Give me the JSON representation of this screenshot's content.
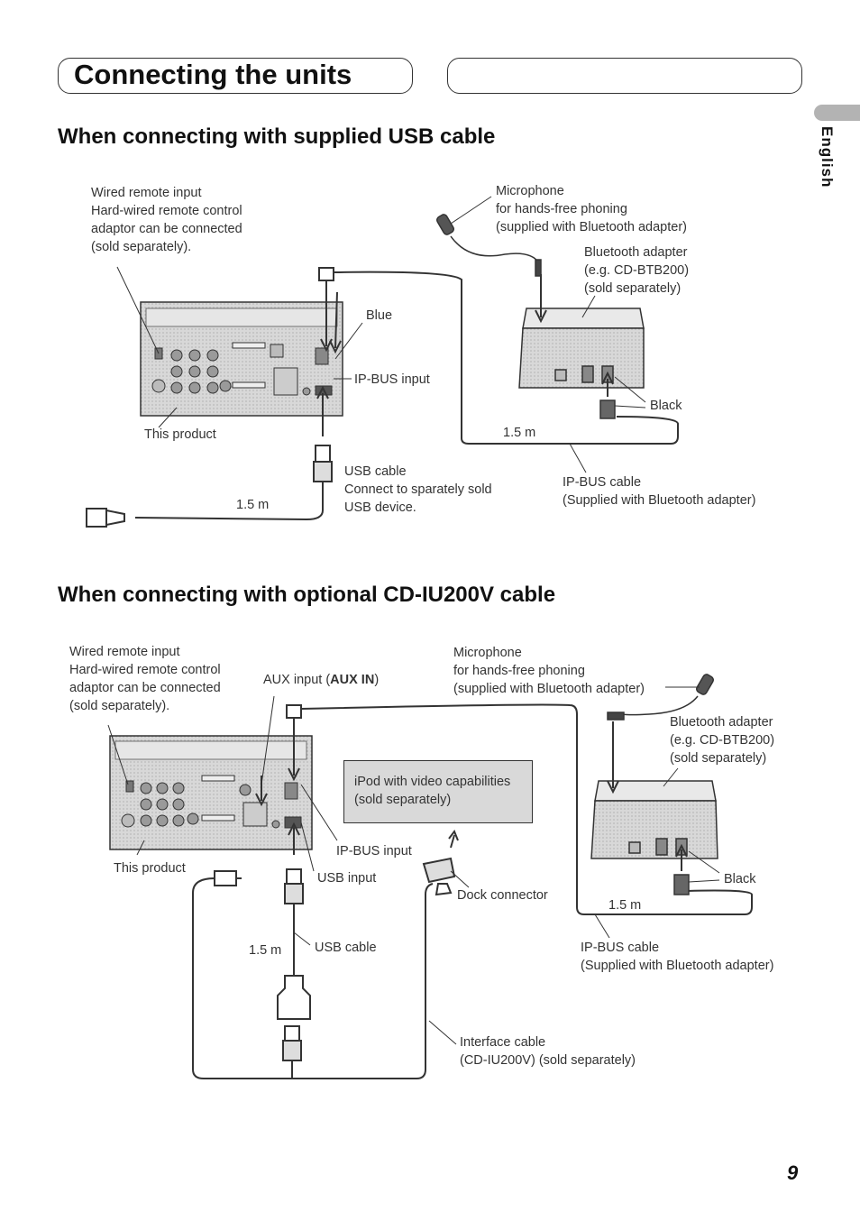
{
  "header": {
    "title": "Connecting the units",
    "language_tab": "English"
  },
  "section1": {
    "heading": "When connecting with supplied USB cable",
    "labels": {
      "wired_remote": [
        "Wired remote input",
        "Hard-wired remote control",
        "adaptor can be connected",
        "(sold separately)."
      ],
      "microphone": [
        "Microphone",
        "for hands-free phoning",
        "(supplied with Bluetooth adapter)"
      ],
      "bt_adapter": [
        "Bluetooth adapter",
        "(e.g. CD-BTB200)",
        "(sold separately)"
      ],
      "blue": "Blue",
      "ipbus_input": "IP-BUS input",
      "black": "Black",
      "this_product": "This product",
      "len_ipbus": "1.5 m",
      "usb_cable": [
        "USB cable",
        "Connect to sparately sold",
        "USB device."
      ],
      "len_usb": "1.5 m",
      "ipbus_cable": [
        "IP-BUS cable",
        "(Supplied with Bluetooth adapter)"
      ]
    }
  },
  "section2": {
    "heading": "When connecting with optional CD-IU200V cable",
    "labels": {
      "wired_remote": [
        "Wired remote input",
        "Hard-wired remote control",
        "adaptor can be connected",
        "(sold separately)."
      ],
      "aux_prefix": "AUX input (",
      "aux_bold": "AUX IN",
      "aux_suffix": ")",
      "microphone": [
        "Microphone",
        "for hands-free phoning",
        "(supplied with Bluetooth adapter)"
      ],
      "bt_adapter": [
        "Bluetooth adapter",
        "(e.g. CD-BTB200)",
        "(sold separately)"
      ],
      "ipod": [
        "iPod with video capabilities",
        "(sold separately)"
      ],
      "ipbus_input": "IP-BUS input",
      "this_product": "This product",
      "usb_input": "USB input",
      "dock_connector": "Dock connector",
      "black": "Black",
      "len_ipbus": "1.5 m",
      "len_usb": "1.5 m",
      "usb_cable": "USB cable",
      "ipbus_cable": [
        "IP-BUS cable",
        "(Supplied with Bluetooth adapter)"
      ],
      "interface_cable": [
        "Interface cable",
        "(CD-IU200V) (sold separately)"
      ]
    }
  },
  "page_number": "9"
}
